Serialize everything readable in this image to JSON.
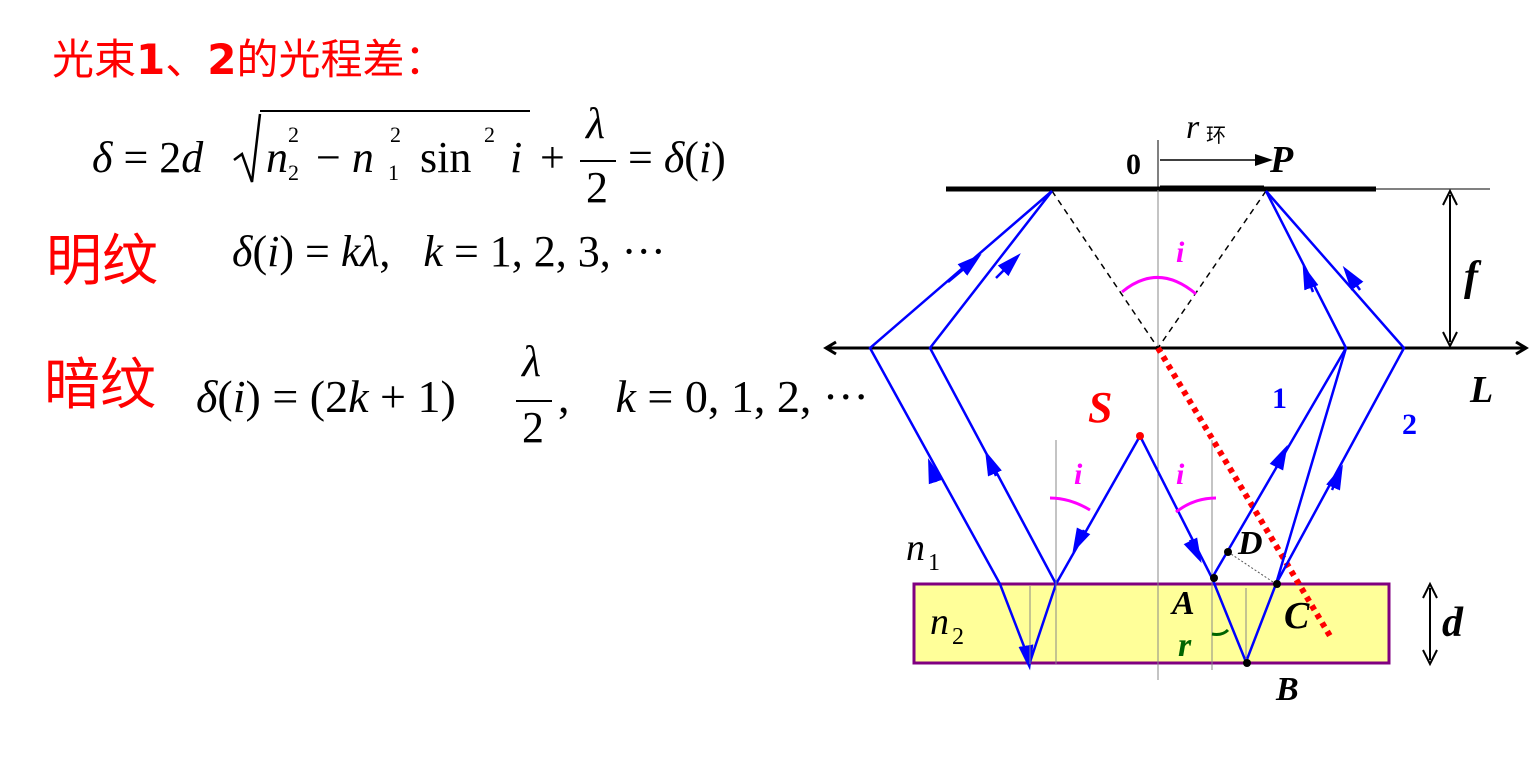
{
  "title": {
    "prefix": "光束",
    "n1": "1",
    "sep": "、",
    "n2": "2",
    "suffix": "的光程差："
  },
  "equations": {
    "path_difference": "δ = 2d√(n₂² − n₁² sin² i) + λ/2 = δ(i)",
    "bright": {
      "label": "明纹",
      "formula": "δ(i) = kλ,  k = 1, 2, 3, ···"
    },
    "dark": {
      "label": "暗纹",
      "formula": "δ(i) = (2k + 1) λ/2,   k = 0, 1, 2, ···"
    }
  },
  "diagram": {
    "labels": {
      "origin": "0",
      "ring_radius": "r",
      "ring_sub": "环",
      "screen_point": "P",
      "focal": "f",
      "lens": "L",
      "source": "S",
      "angle_i": "i",
      "ray1": "1",
      "ray2": "2",
      "n1": "n",
      "n1_sub": "1",
      "n2": "n",
      "n2_sub": "2",
      "point_A": "A",
      "point_B": "B",
      "point_C": "C",
      "point_D": "D",
      "refraction": "r",
      "thickness": "d"
    },
    "colors": {
      "ray": "#0000ff",
      "film": "#ffff99",
      "film_border": "#800080",
      "angle": "#ff00ff",
      "refract": "#006400",
      "highlight": "#ff0000"
    }
  }
}
